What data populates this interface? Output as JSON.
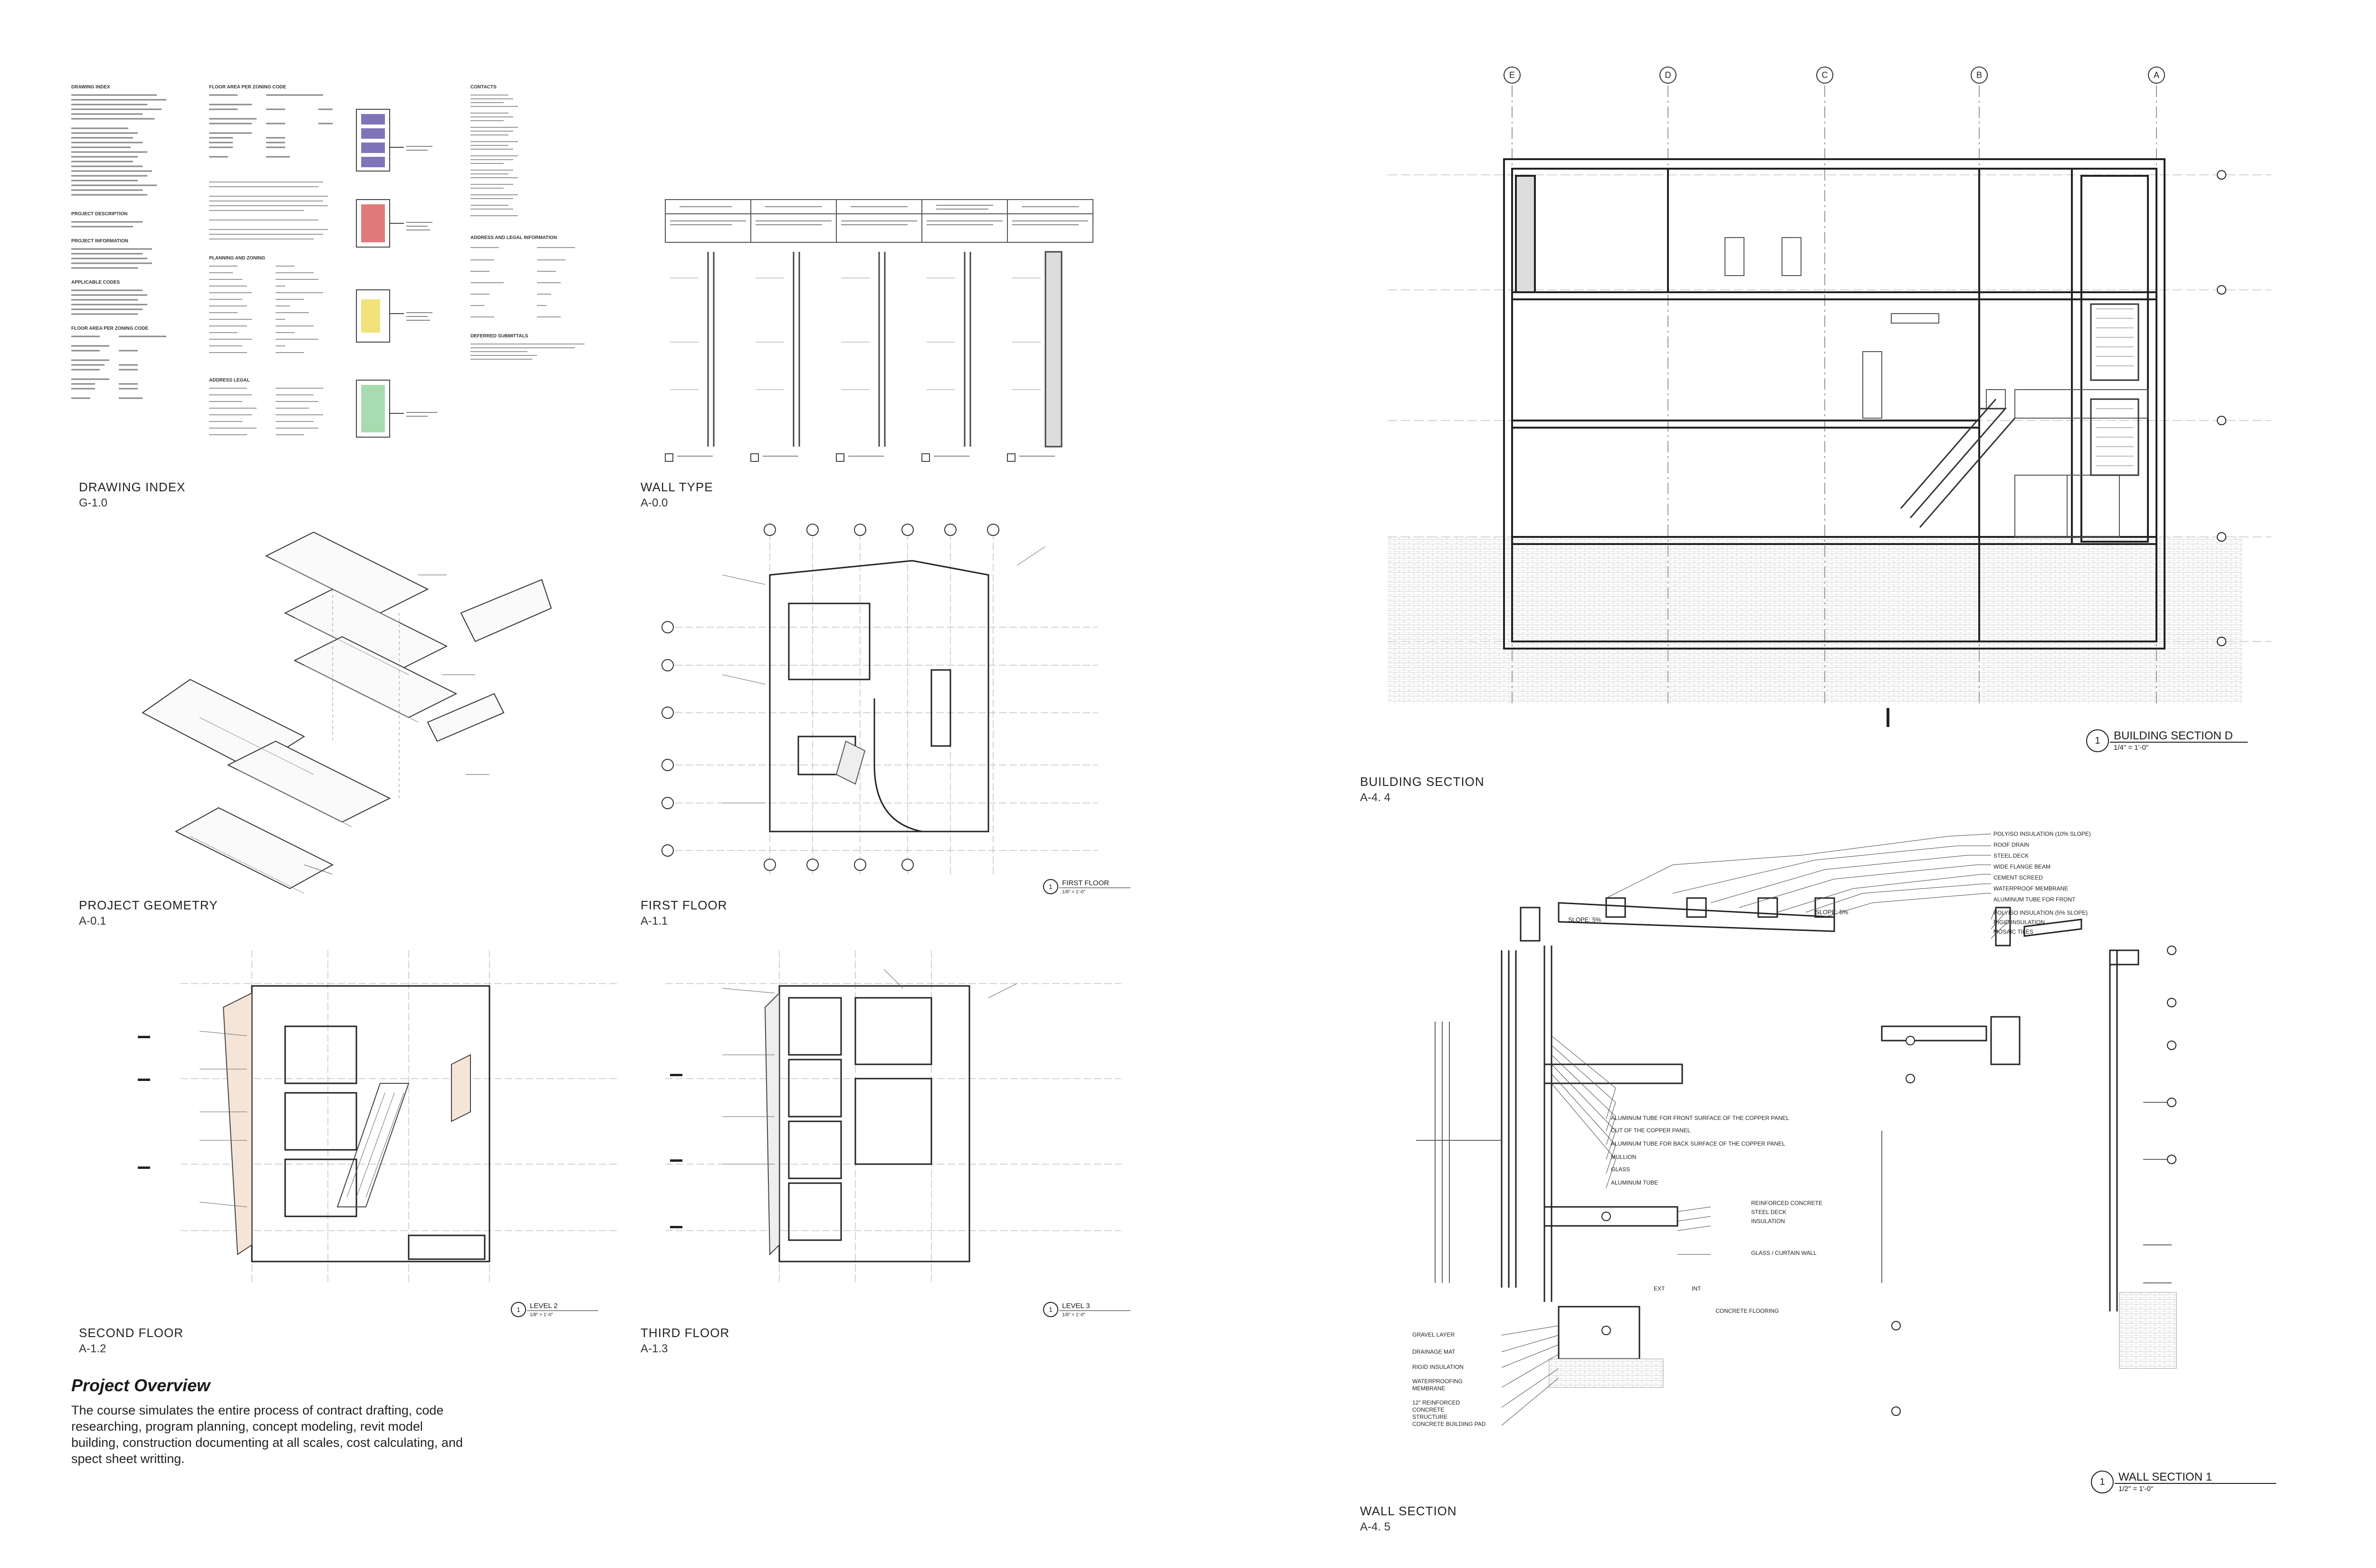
{
  "panels": {
    "drawing_index": {
      "title": "DRAWING INDEX",
      "number": "G-1.0"
    },
    "wall_type": {
      "title": "WALL TYPE",
      "number": "A-0.0"
    },
    "building_section": {
      "title": "BUILDING SECTION",
      "number": "A-4. 4"
    },
    "project_geometry": {
      "title": "PROJECT GEOMETRY",
      "number": "A-0.1"
    },
    "first_floor": {
      "title": "FIRST FLOOR",
      "number": "A-1.1"
    },
    "second_floor": {
      "title": "SECOND FLOOR",
      "number": "A-1.2"
    },
    "third_floor": {
      "title": "THIRD FLOOR",
      "number": "A-1.3"
    },
    "wall_section": {
      "title": "WALL SECTION",
      "number": "A-4. 5"
    }
  },
  "index_sheet": {
    "col1_headings": [
      "DRAWING INDEX",
      "PROJECT DESCRIPTION",
      "PROJECT INFORMATION",
      "APPLICABLE CODES",
      "FLOOR AREA PER ZONING CODE"
    ],
    "col2_headings": [
      "FLOOR AREA PER ZONING CODE",
      "PLANNING AND ZONING",
      "ADDRESS LEGAL"
    ],
    "col4_headings": [
      "CONTACTS",
      "ADDRESS AND LEGAL INFORMATION",
      "DEFERRED SUBMITTALS"
    ]
  },
  "title_tags": {
    "building_section": {
      "num": "1",
      "name": "BUILDING SECTION D",
      "scale": "1/4\" = 1'-0\""
    },
    "wall_section": {
      "num": "1",
      "name": "WALL SECTION 1",
      "scale": "1/2\" = 1'-0\""
    },
    "first_floor": {
      "num": "1",
      "name": "FIRST FLOOR",
      "scale": "1/8\" = 1'-0\""
    },
    "level2": {
      "num": "1",
      "name": "LEVEL 2",
      "scale": "1/8\" = 1'-0\""
    },
    "level3": {
      "num": "1",
      "name": "LEVEL 3",
      "scale": "1/8\" = 1'-0\""
    }
  },
  "grid_bubbles": [
    "E",
    "D",
    "C",
    "B",
    "A"
  ],
  "wall_section_notes": {
    "roof_right": [
      "POLYISO INSULATION (10% SLOPE)",
      "ROOF DRAIN",
      "STEEL DECK",
      "WIDE FLANGE BEAM",
      "CEMENT SCREED",
      "WATERPROOF MEMBRANE",
      "ALUMINUM TUBE FOR FRONT",
      "POLYISO INSULATION (5% SLOPE)",
      "RIGID INSULATION",
      "MOSAIC TILES"
    ],
    "slopes": [
      "SLOPE: 5%",
      "SLOPE: 5%"
    ],
    "facade": [
      "ALUMINUM TUBE FOR FRONT SURFACE OF THE COPPER PANEL",
      "CUT OF THE COPPER PANEL",
      "ALUMINUM TUBE FOR BACK SURFACE OF THE COPPER PANEL",
      "MULLION",
      "GLASS",
      "ALUMINUM TUBE"
    ],
    "slab": [
      "REINFORCED CONCRETE",
      "STEEL DECK",
      "INSULATION"
    ],
    "glass": "GLASS / CURTAIN WALL",
    "ext": "EXT",
    "int": "INT",
    "flooring": "CONCRETE FLOORING",
    "foundation": [
      "GRAVEL LAYER",
      "DRAINAGE MAT",
      "RIGID INSULATION",
      "WATERPROOFING MEMBRANE",
      "12\" REINFORCED CONCRETE STRUCTURE",
      "CONCRETE BUILDING PAD"
    ]
  },
  "overview": {
    "heading": "Project Overview",
    "body": "The course simulates the entire process of contract drafting, code researching, program planning, concept modeling, revit model building, construction documenting at all scales, cost calculating, and spect sheet writting."
  }
}
